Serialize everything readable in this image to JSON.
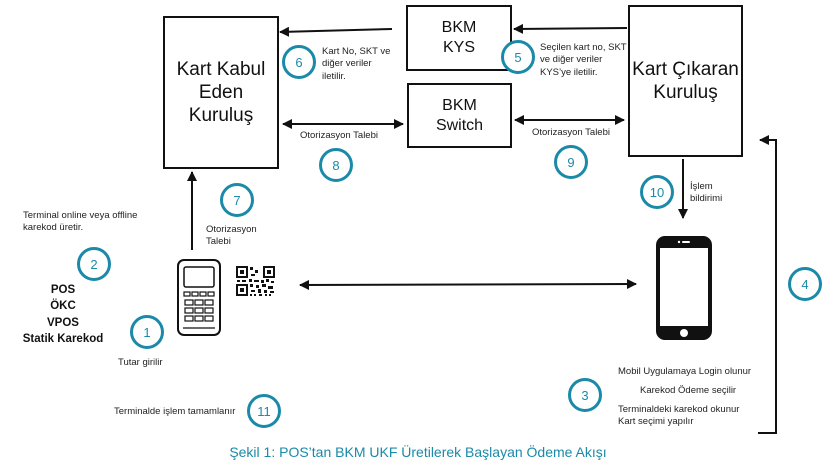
{
  "title": "Şekil 1: POS’tan BKM UKF Üretilerek Başlayan Ödeme Akışı",
  "accent_color": "#1a8aa8",
  "entities": {
    "acquirer": "Kart Kabul\nEden Kuruluş",
    "bkm_kys": "BKM\nKYS",
    "bkm_switch": "BKM\nSwitch",
    "issuer": "Kart Çıkaran\nKuruluş"
  },
  "terminal_types": "POS\nÖKC\nVPOS\nStatik Karekod",
  "labels": {
    "step1": "Tutar girilir",
    "step2": "Terminal online veya offline\nkarekod üretir.",
    "step3_line1": "Mobil Uygulamaya Login olunur",
    "step3_line2": "Karekod Ödeme seçilir",
    "step3_line3": "Terminaldeki karekod okunur\nKart seçimi yapılır",
    "step5": "Seçilen kart no, SKT\n ve diğer veriler\nKYS’ye iletilir.",
    "step6": "Kart No, SKT ve\ndiğer veriler\niletilir.",
    "step7": "Otorizasyon\nTalebi",
    "step8": "Otorizasyon Talebi",
    "step9": "Otorizasyon Talebi",
    "step10": "İşlem\nbildirimi",
    "step11": "Terminalde işlem tamamlanır"
  },
  "steps": {
    "s1": "1",
    "s2": "2",
    "s3": "3",
    "s4": "4",
    "s5": "5",
    "s6": "6",
    "s7": "7",
    "s8": "8",
    "s9": "9",
    "s10": "10",
    "s11": "11"
  },
  "icons": {
    "terminal": "pos-terminal-icon",
    "qr": "qr-code-icon",
    "phone": "smartphone-icon"
  }
}
